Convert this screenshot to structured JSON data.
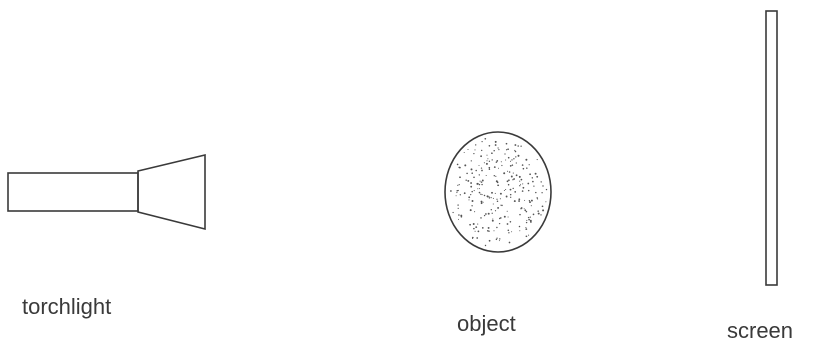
{
  "labels": {
    "torchlight": "torchlight",
    "object": "object",
    "screen": "screen"
  },
  "colors": {
    "stroke": "#3a3a3a",
    "background": "#ffffff",
    "stipple": "#555555"
  }
}
